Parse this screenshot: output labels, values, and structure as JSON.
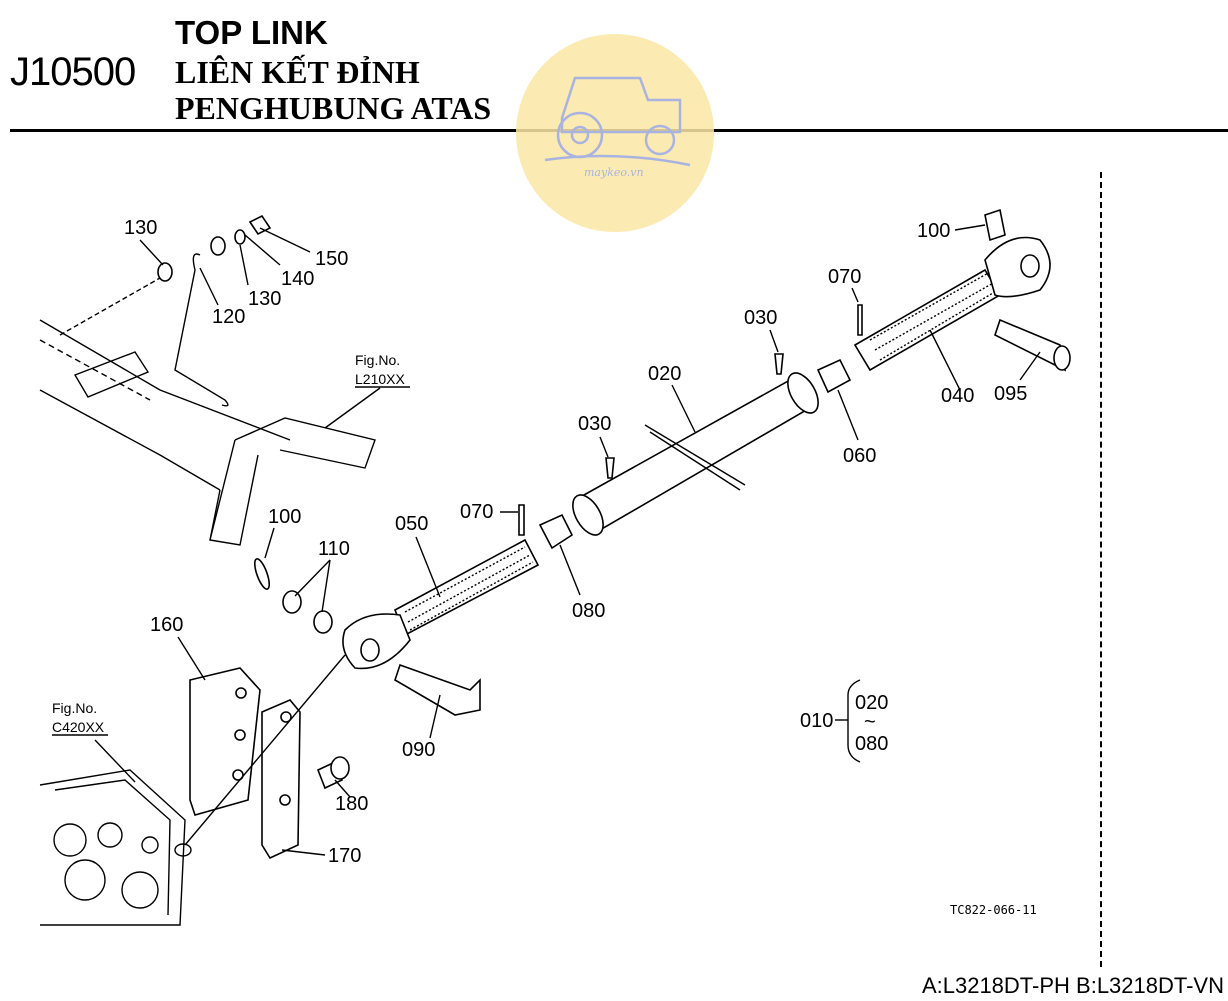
{
  "header": {
    "code": "J10500",
    "title_en": "TOP LINK",
    "title_vi": "LIÊN KẾT ĐỈNH",
    "title_ms": "PENGHUBUNG ATAS"
  },
  "watermark": {
    "text": "maykeo.vn",
    "color": "#fbe6a6"
  },
  "parts": {
    "p010": "010",
    "p020a": "020",
    "p020b": "020",
    "p030a": "030",
    "p030b": "030",
    "p040": "040",
    "p050": "050",
    "p060": "060",
    "p070a": "070",
    "p070b": "070",
    "p080a": "080",
    "p080b": "080",
    "p090": "090",
    "p095": "095",
    "p100a": "100",
    "p100b": "100",
    "p110": "110",
    "p120": "120",
    "p130a": "130",
    "p130b": "130",
    "p140": "140",
    "p150": "150",
    "p160": "160",
    "p170": "170",
    "p180": "180"
  },
  "refs": {
    "fig1_label": "Fig.No.",
    "fig1_code": "L210XX",
    "fig2_label": "Fig.No.",
    "fig2_code": "C420XX",
    "tilde": "~"
  },
  "drawing_code": "TC822-066-11",
  "models": "A:L3218DT-PH B:L3218DT-VN"
}
